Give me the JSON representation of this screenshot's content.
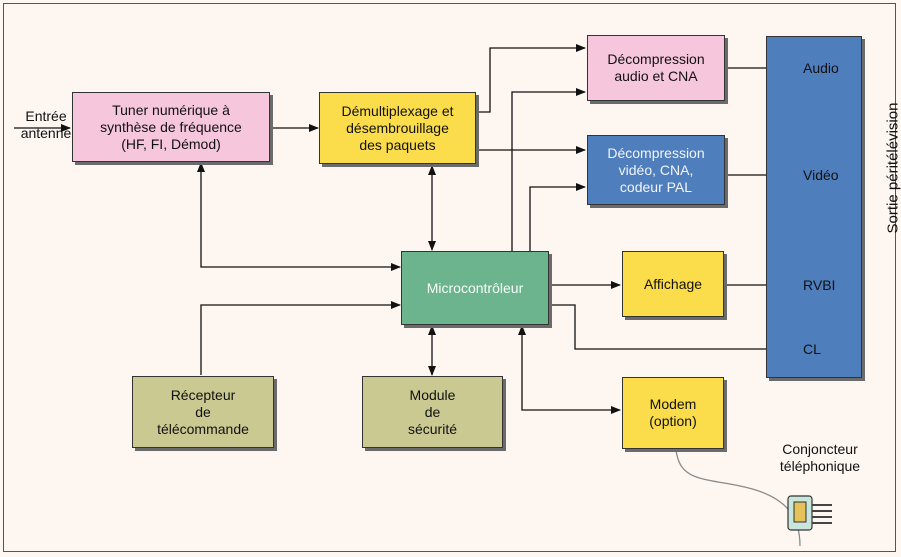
{
  "blocks": {
    "entree": "Entrée\nantenne",
    "tuner": "Tuner numérique à\nsynthèse de fréquence\n(HF, FI, Démod)",
    "demux": "Démultiplexage et\ndésembrouillage\ndes paquets",
    "audio_dec": "Décompression\naudio et CNA",
    "video_dec": "Décompression\nvidéo, CNA,\ncodeur PAL",
    "micro": "Microcontrôleur",
    "affichage": "Affichage",
    "recepteur": "Récepteur\nde\ntélécommande",
    "module": "Module\nde\nsécurité",
    "modem": "Modem\n(option)",
    "conjoncteur": "Conjoncteur\ntéléphonique"
  },
  "outputs": {
    "audio": "Audio",
    "video": "Vidéo",
    "rvbi": "RVBI",
    "cl": "CL"
  },
  "sortie_label": "Sortie péritélévision",
  "colors": {
    "pink": "#f6c6dc",
    "yellow": "#fbdc4a",
    "blue": "#4f7ebd",
    "green": "#6bb48e",
    "olive": "#c9c991"
  }
}
